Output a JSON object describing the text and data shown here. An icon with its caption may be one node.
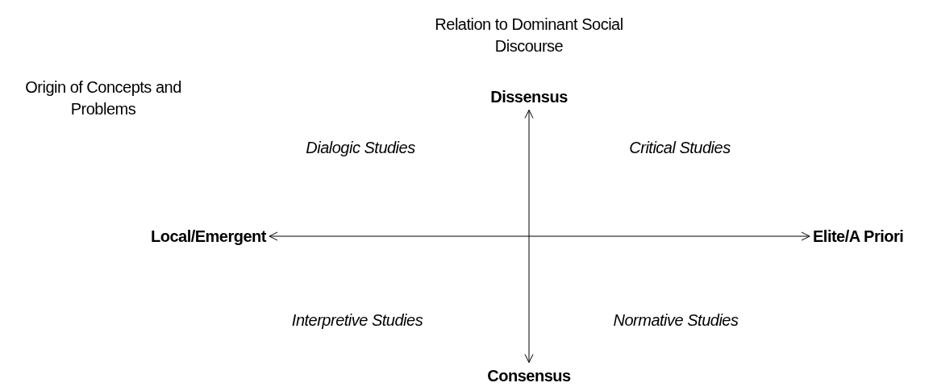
{
  "diagram": {
    "nodes": [
      {
        "text": [
          "Dissensus"
        ]
      },
      {
        "text": [
          "Local/Emergent"
        ]
      },
      {
        "text": [
          "Elite/A Priori"
        ]
      },
      {
        "text": [
          "Consensus"
        ]
      }
    ],
    "edges": [
      {
        "from": 1,
        "to": 2,
        "arrow": "both"
      },
      {
        "from": 0,
        "to": 3,
        "arrow": "both"
      }
    ],
    "labels": [
      "Relation to Dominant Social Discourse",
      "Origin of Concepts and Problems",
      "Dialogic Studies",
      "Critical Studies",
      "Interpretive Studies",
      "Normative Studies"
    ]
  }
}
